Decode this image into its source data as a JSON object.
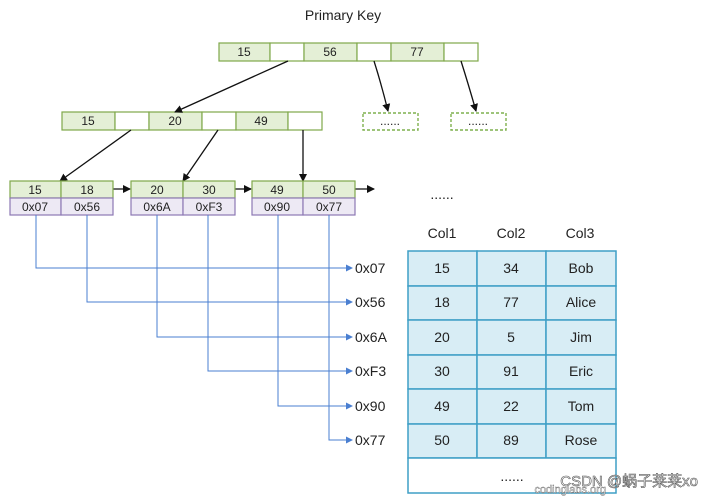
{
  "title": "Primary Key",
  "root_keys": [
    "15",
    "56",
    "77"
  ],
  "inner_keys": [
    "15",
    "20",
    "49"
  ],
  "placeholder_dots": "......",
  "leaves": [
    {
      "keys": [
        "15",
        "18"
      ],
      "addrs": [
        "0x07",
        "0x56"
      ]
    },
    {
      "keys": [
        "20",
        "30"
      ],
      "addrs": [
        "0x6A",
        "0xF3"
      ]
    },
    {
      "keys": [
        "49",
        "50"
      ],
      "addrs": [
        "0x90",
        "0x77"
      ]
    }
  ],
  "continuation": "......",
  "address_labels": [
    "0x07",
    "0x56",
    "0x6A",
    "0xF3",
    "0x90",
    "0x77"
  ],
  "table": {
    "headers": [
      "Col1",
      "Col2",
      "Col3"
    ],
    "rows": [
      [
        "15",
        "34",
        "Bob"
      ],
      [
        "18",
        "77",
        "Alice"
      ],
      [
        "20",
        "5",
        "Jim"
      ],
      [
        "30",
        "91",
        "Eric"
      ],
      [
        "49",
        "22",
        "Tom"
      ],
      [
        "50",
        "89",
        "Rose"
      ]
    ],
    "footer": "......"
  },
  "watermark": {
    "main": "CSDN @蜗子莱莱xo",
    "sub": "codinglabs.org"
  },
  "colors": {
    "key_fill": "#e4efd6",
    "key_border": "#7fa84a",
    "addr_fill": "#ede9f4",
    "addr_border": "#8d78b3",
    "table_fill": "#d8edf5",
    "table_border": "#3f9fc6",
    "link_blue": "#4a7fd1"
  }
}
